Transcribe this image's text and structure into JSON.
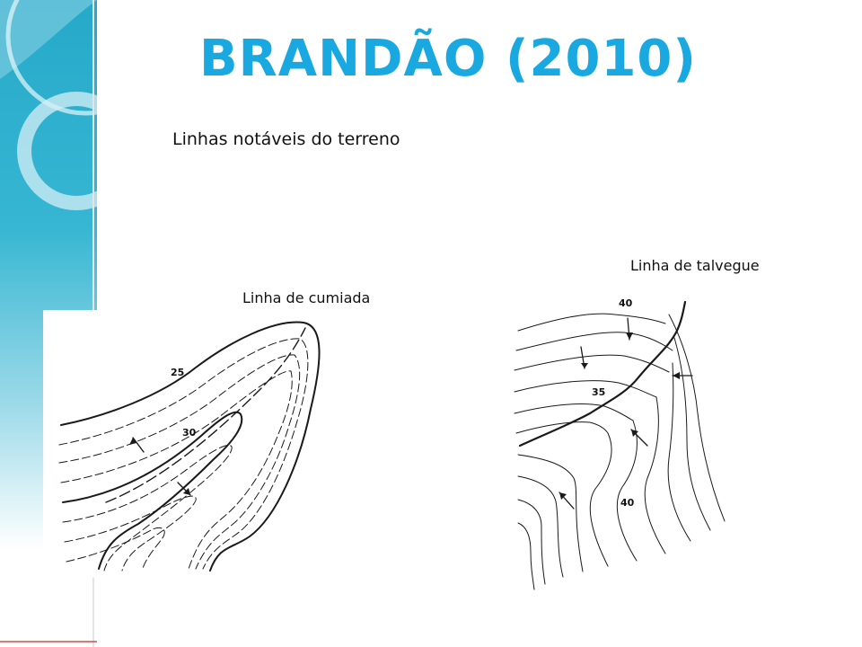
{
  "slide": {
    "title": "BRANDÃO (2010)",
    "subtitle": "Linhas notáveis do terreno",
    "accent_color": "#1aa8e0",
    "band_color": "#2fb1cf"
  },
  "figures": {
    "left": {
      "caption": "Linha de cumiada",
      "labels": [
        "25",
        "30"
      ]
    },
    "right": {
      "caption": "Linha de talvegue",
      "labels": [
        "40",
        "35",
        "40"
      ]
    }
  }
}
